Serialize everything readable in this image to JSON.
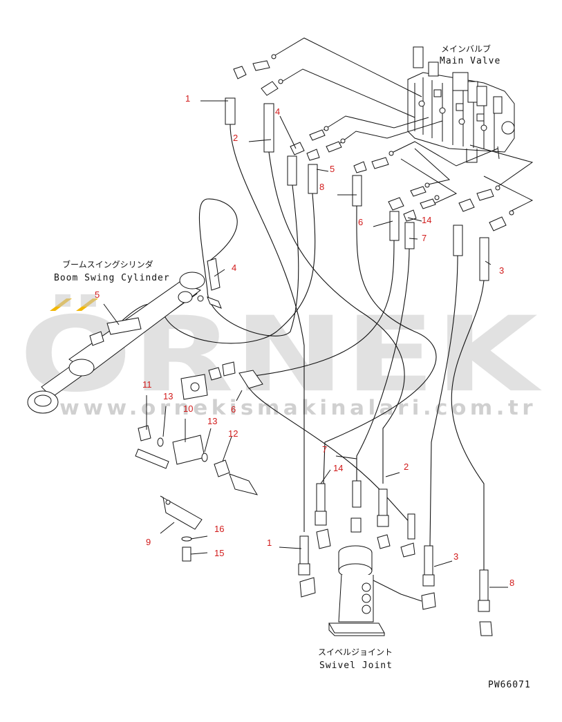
{
  "labels": {
    "main_valve_jp": "メインバルブ",
    "main_valve_en": "Main Valve",
    "boom_swing_jp": "ブームスイングシリンダ",
    "boom_swing_en": "Boom Swing Cylinder",
    "swivel_jp": "スイベルジョイント",
    "swivel_en": "Swivel Joint",
    "drawing_code": "PW66071"
  },
  "watermark": {
    "brand": "ÖRNEK",
    "url": "www.ornekismakinalari.com.tr",
    "accent_color": "#f2b705"
  },
  "callouts": [
    "1",
    "2",
    "4",
    "4",
    "5",
    "5",
    "8",
    "6",
    "14",
    "7",
    "3",
    "11",
    "13",
    "10",
    "13",
    "12",
    "6",
    "7",
    "14",
    "2",
    "1",
    "16",
    "9",
    "15",
    "3",
    "8"
  ],
  "colors": {
    "callout": "#d11a1a",
    "line": "#111111"
  }
}
